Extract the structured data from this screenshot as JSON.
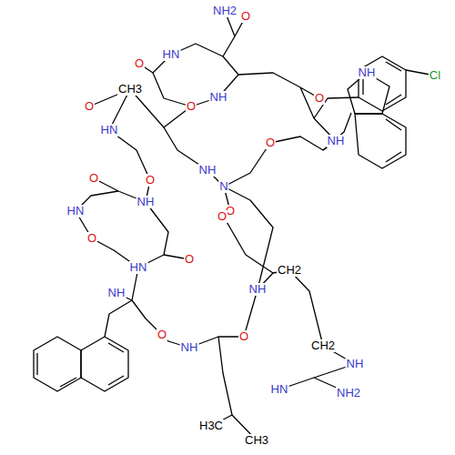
{
  "diagram": {
    "labels": [
      "NH2",
      "O",
      "Cl",
      "HN",
      "O",
      "CH3",
      "O",
      "HN",
      "O",
      "NH",
      "NH",
      "O",
      "NH",
      "O",
      "NH",
      "O",
      "O",
      "NH",
      "N",
      "O",
      "HN",
      "O",
      "HN",
      "O",
      "O",
      "NH",
      "CH2",
      "NH",
      "O",
      "NH",
      "O",
      "CH2",
      "NH",
      "HN",
      "NH2",
      "H3C",
      "CH3"
    ]
  }
}
